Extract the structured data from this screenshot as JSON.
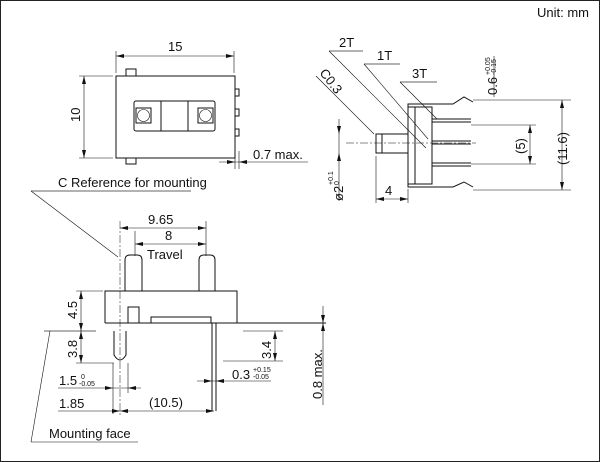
{
  "unit_label": "Unit: mm",
  "top_view": {
    "width": "15",
    "height": "10",
    "max_protrusion": "0.7 max."
  },
  "side_view": {
    "terminal_labels": [
      "2T",
      "1T",
      "3T"
    ],
    "chamfer": "C0.3",
    "shaft_diameter": "ø2",
    "shaft_diameter_tol_upper": "+0.1",
    "shaft_diameter_tol_lower": "0",
    "shaft_length": "4",
    "lead_thickness": "0.6",
    "lead_thickness_tol_upper": "+0.05",
    "lead_thickness_tol_lower": "-0.15",
    "pin_pitch": "(5)",
    "overall_height": "(11.6)"
  },
  "front_view": {
    "reference_label": "C Reference for mounting",
    "dim_965": "9.65",
    "dim_8": "8",
    "travel_label": "Travel",
    "dim_45": "4.5",
    "dim_38": "3.8",
    "dim_15": "1.5",
    "dim_15_tol_upper": "0",
    "dim_15_tol_lower": "-0.05",
    "dim_185": "1.85",
    "dim_105": "(10.5)",
    "dim_34": "3.4",
    "dim_03": "0.3",
    "dim_03_tol_upper": "+0.15",
    "dim_03_tol_lower": "-0.05",
    "dim_08": "0.8 max.",
    "mounting_face_label": "Mounting face"
  }
}
